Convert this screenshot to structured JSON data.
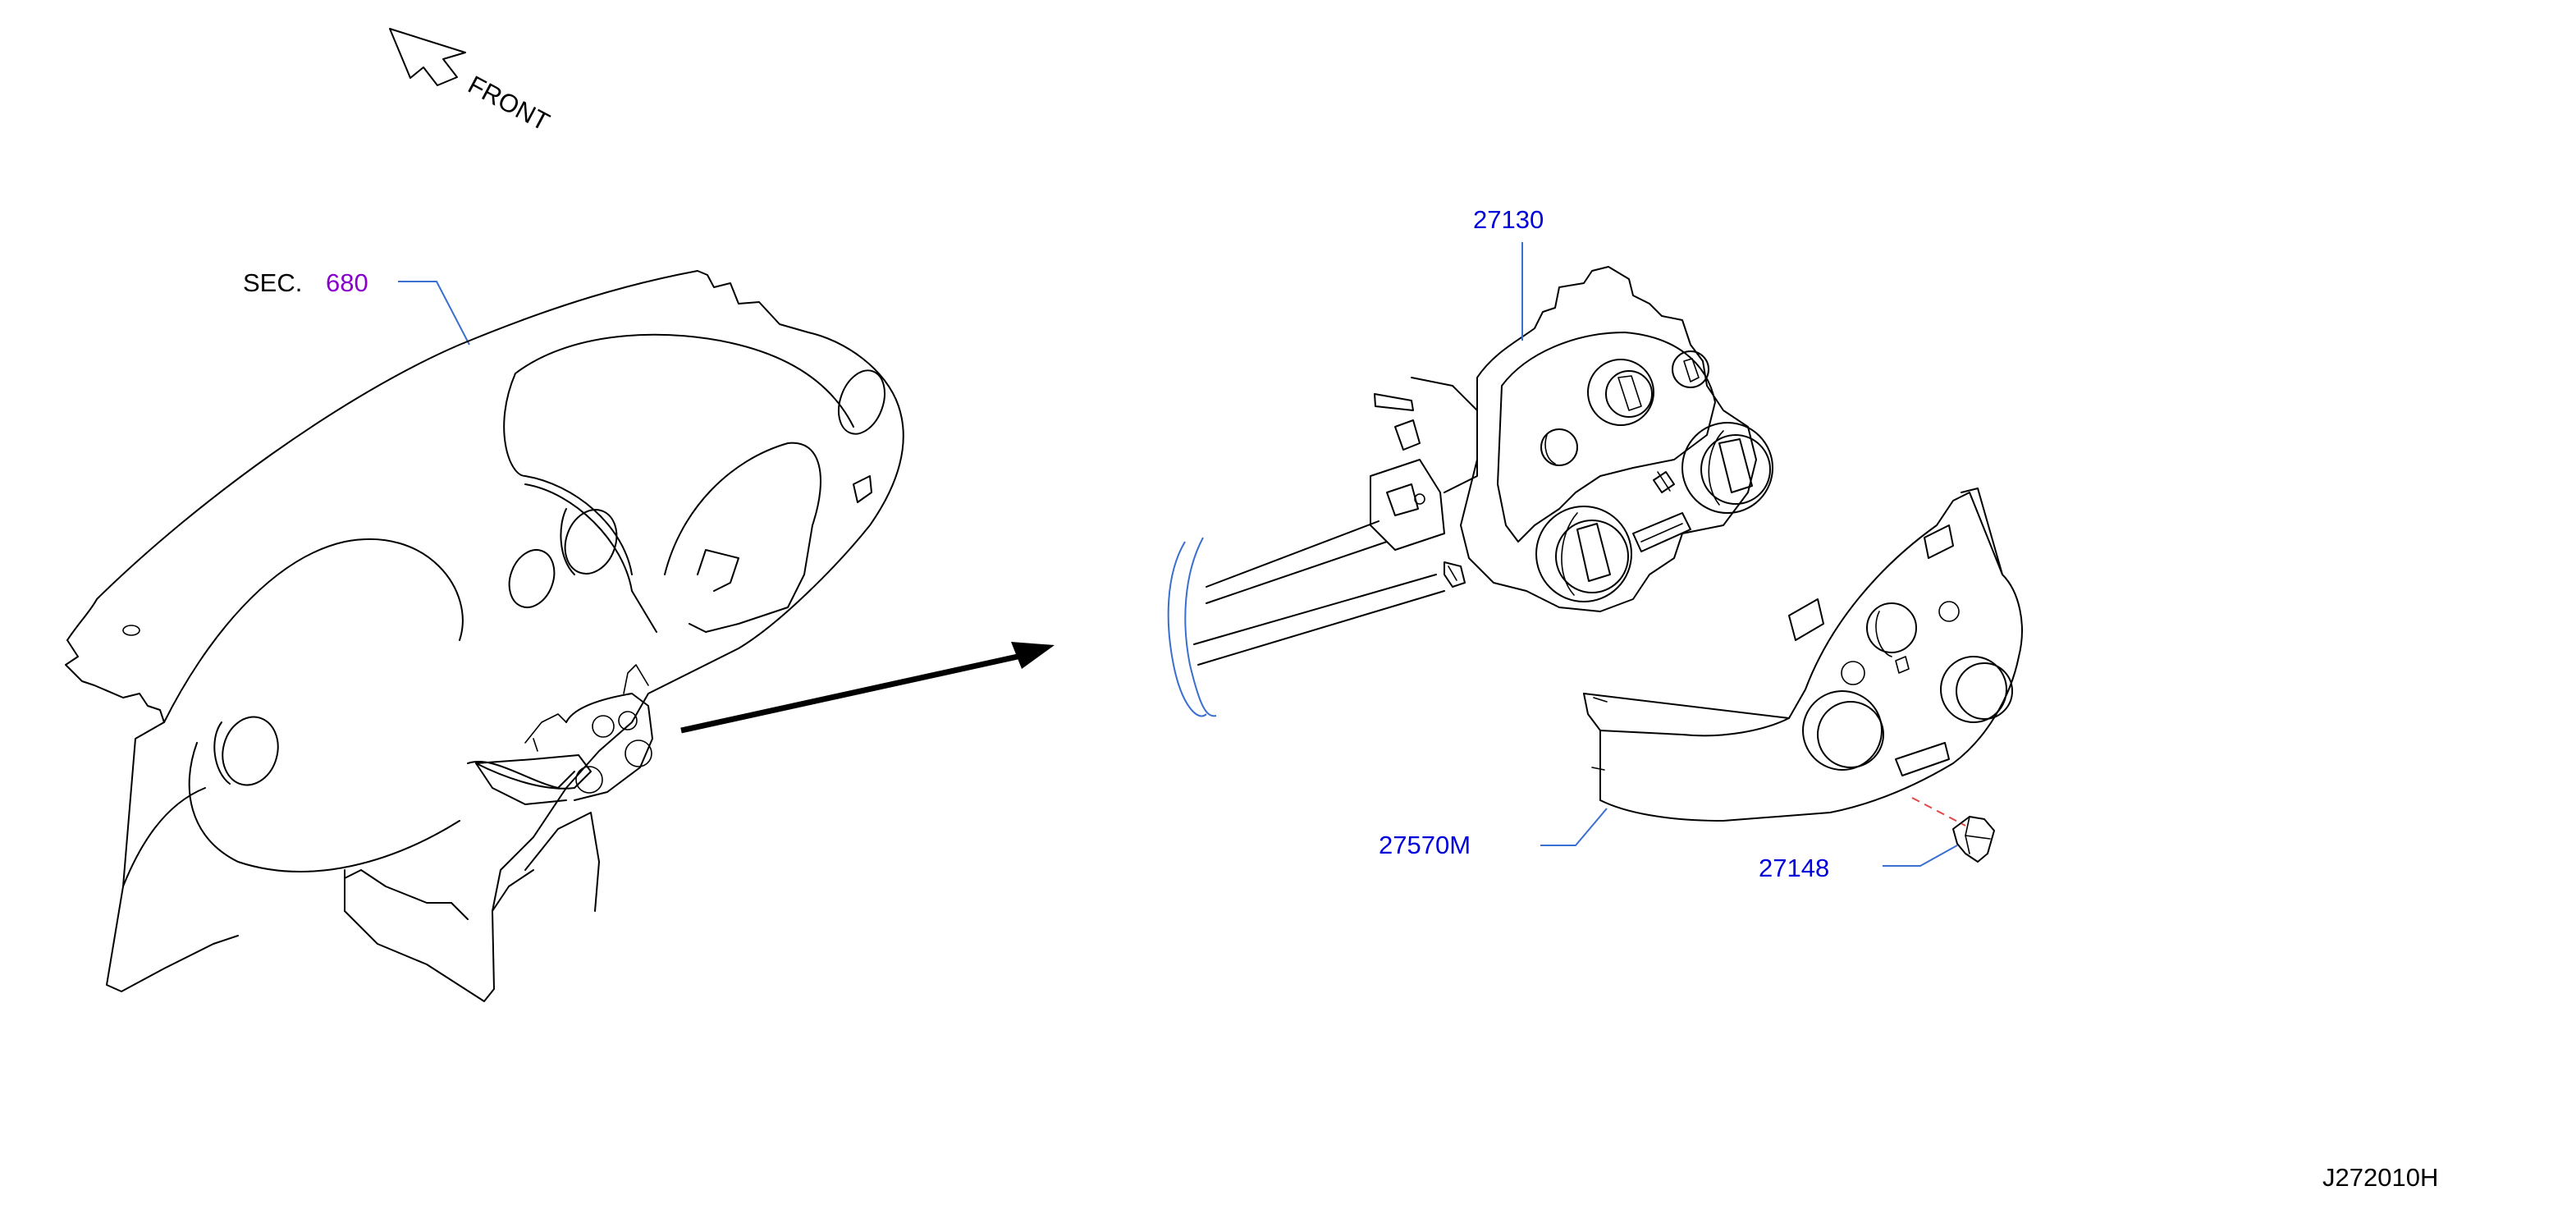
{
  "direction": {
    "label": "FRONT"
  },
  "section_ref": {
    "prefix": "SEC.",
    "number": "680"
  },
  "parts": [
    {
      "number": "27130"
    },
    {
      "number": "27570M"
    },
    {
      "number": "27148"
    }
  ],
  "diagram_code": "J272010H",
  "colors": {
    "ink": "#000000",
    "part_number": "#0000dd",
    "section_number": "#8800cc",
    "leader_line": "#3a6fd0",
    "hidden_leader": "#e04848"
  }
}
